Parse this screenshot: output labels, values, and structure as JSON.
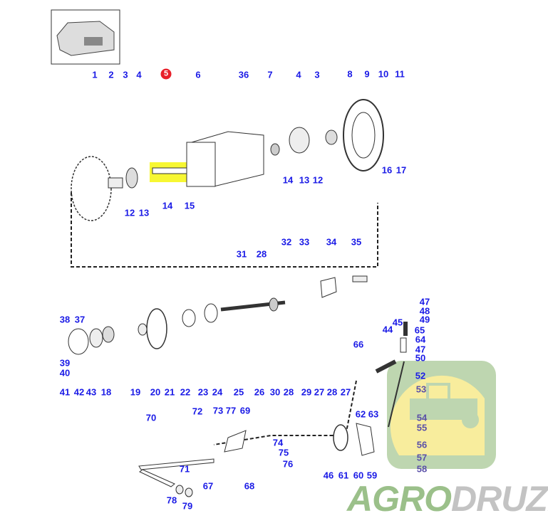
{
  "diagram": {
    "highlighted_part": "5",
    "part_labels": [
      "1",
      "2",
      "3",
      "4",
      "5",
      "6",
      "36",
      "7",
      "4",
      "3",
      "8",
      "9",
      "10",
      "11",
      "14",
      "13",
      "12",
      "16",
      "17",
      "12",
      "13",
      "14",
      "15",
      "31",
      "28",
      "32",
      "33",
      "34",
      "35",
      "38",
      "37",
      "39",
      "40",
      "41",
      "42",
      "43",
      "18",
      "19",
      "20",
      "21",
      "22",
      "23",
      "24",
      "25",
      "26",
      "30",
      "28",
      "29",
      "27",
      "28",
      "27",
      "44",
      "45",
      "47",
      "48",
      "49",
      "65",
      "64",
      "47",
      "50",
      "66",
      "52",
      "53",
      "54",
      "55",
      "56",
      "57",
      "58",
      "62",
      "63",
      "46",
      "61",
      "60",
      "59",
      "70",
      "72",
      "73",
      "77",
      "69",
      "74",
      "75",
      "76",
      "71",
      "67",
      "68",
      "78",
      "79"
    ]
  },
  "watermark": {
    "part1": "AGRO",
    "part2": "DRUZI"
  },
  "colors": {
    "label": "#1a1ae6",
    "highlight": "#f5f500",
    "badge": "#e8202a",
    "logo_green": "#9bc08a",
    "logo_yellow": "#f7ea8c"
  }
}
